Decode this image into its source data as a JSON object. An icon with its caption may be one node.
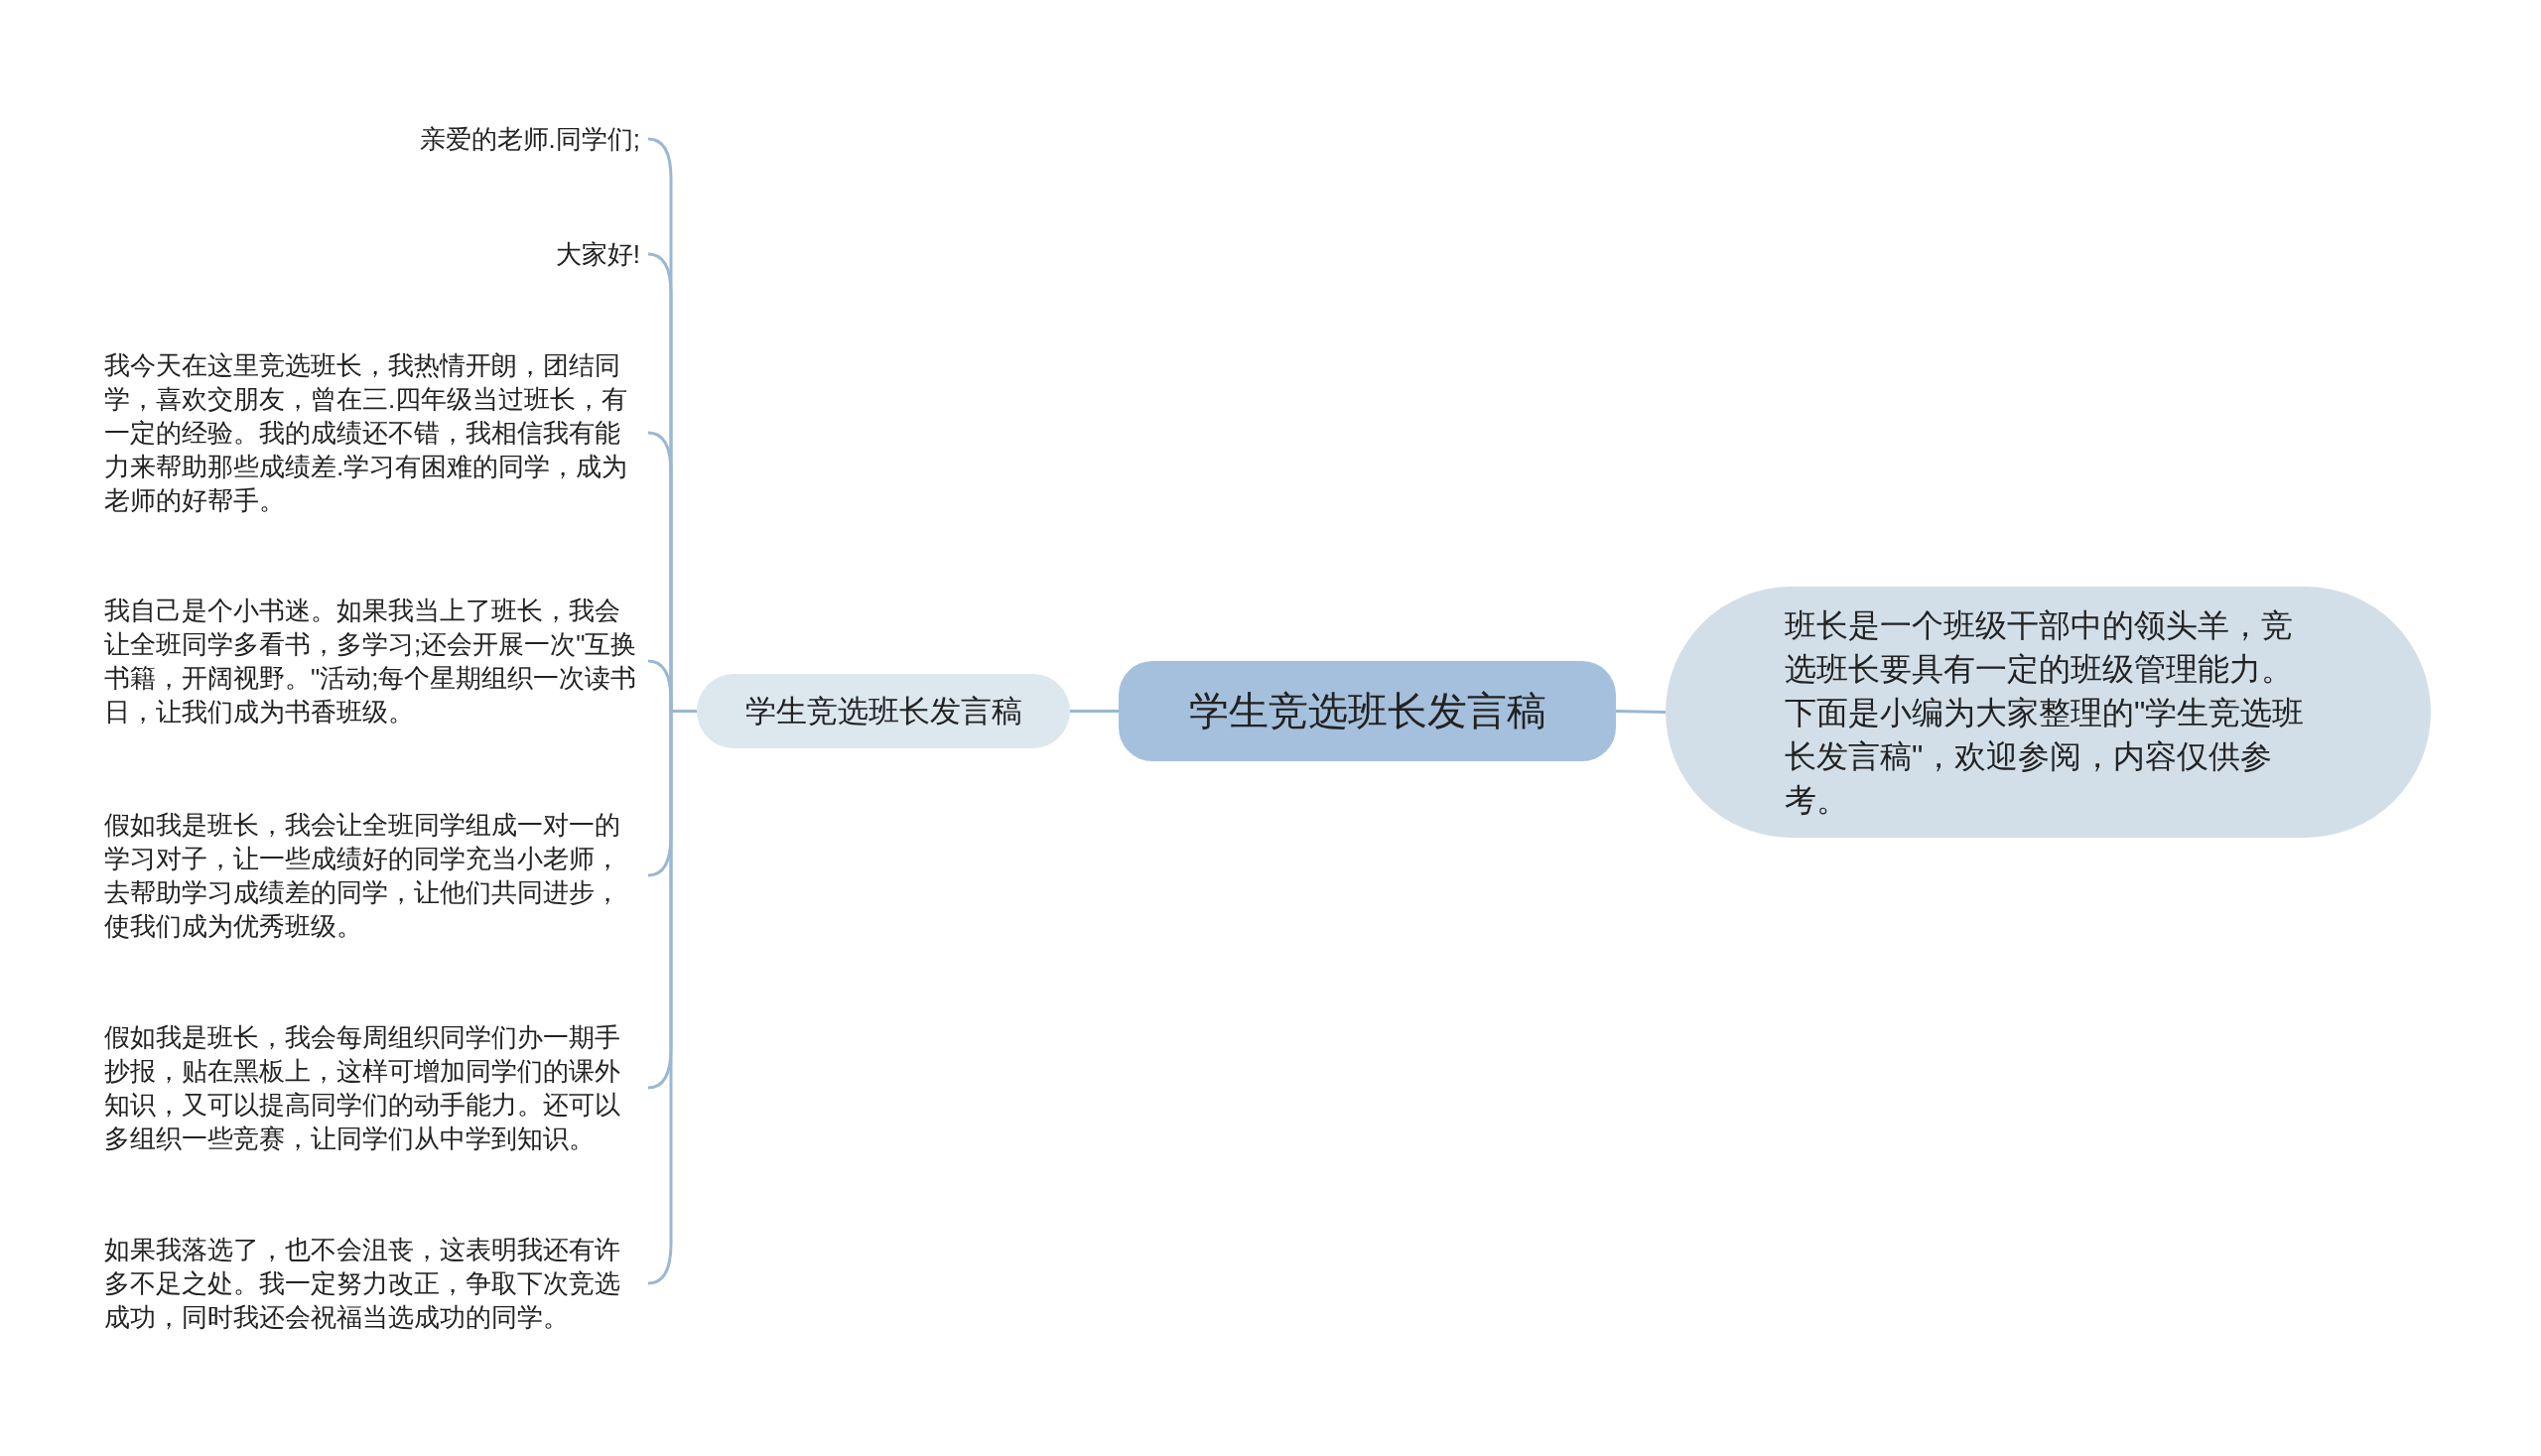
{
  "diagram": {
    "nodes": [
      {
        "text": [
          "学生竞选班长发言稿"
        ]
      },
      {
        "text": [
          "学生竞选班长发言稿"
        ]
      },
      {
        "text": [
          "亲爱的老师.同学们;"
        ]
      },
      {
        "text": [
          "大家好!"
        ]
      },
      {
        "text": [
          "我今天在这里竞选班长，我热情开朗，团结同学，喜欢交朋友，曾在三.四年级当过班长，有一定的经验。我的成绩还不错，我相信我有能力来帮助那些成绩差.学习有困难的同学，成为老师的好帮手。"
        ]
      },
      {
        "text": [
          "我自己是个小书迷。如果我当上了班长，我会让全班同学多看书，多学习;还会开展一次\"互换书籍，开阔视野。\"活动;每个星期组织一次读书日，让我们成为书香班级。"
        ]
      },
      {
        "text": [
          "假如我是班长，我会让全班同学组成一对一的学习对子，让一些成绩好的同学充当小老师，去帮助学习成绩差的同学，让他们共同进步，使我们成为优秀班级。"
        ]
      },
      {
        "text": [
          "假如我是班长，我会每周组织同学们办一期手抄报，贴在黑板上，这样可增加同学们的课外知识，又可以提高同学们的动手能力。还可以多组织一些竞赛，让同学们从中学到知识。"
        ]
      },
      {
        "text": [
          "如果我落选了，也不会沮丧，这表明我还有许多不足之处。我一定努力改正，争取下次竞选成功，同时我还会祝福当选成功的同学。"
        ]
      },
      {
        "text": [
          "班长是一个班级干部中的领头羊，竞选班长要具有一定的班级管理能力。下面是小编为大家整理的\"学生竞选班长发言稿\"，欢迎参阅，内容仅供参考。"
        ]
      }
    ],
    "edges": [
      {
        "from": 0,
        "to": 1,
        "arrow": "none"
      },
      {
        "from": 0,
        "to": 9,
        "arrow": "none"
      },
      {
        "from": 1,
        "to": 2,
        "arrow": "none"
      },
      {
        "from": 1,
        "to": 3,
        "arrow": "none"
      },
      {
        "from": 1,
        "to": 4,
        "arrow": "none"
      },
      {
        "from": 1,
        "to": 5,
        "arrow": "none"
      },
      {
        "from": 1,
        "to": 6,
        "arrow": "none"
      },
      {
        "from": 1,
        "to": 7,
        "arrow": "none"
      },
      {
        "from": 1,
        "to": 8,
        "arrow": "none"
      }
    ]
  }
}
